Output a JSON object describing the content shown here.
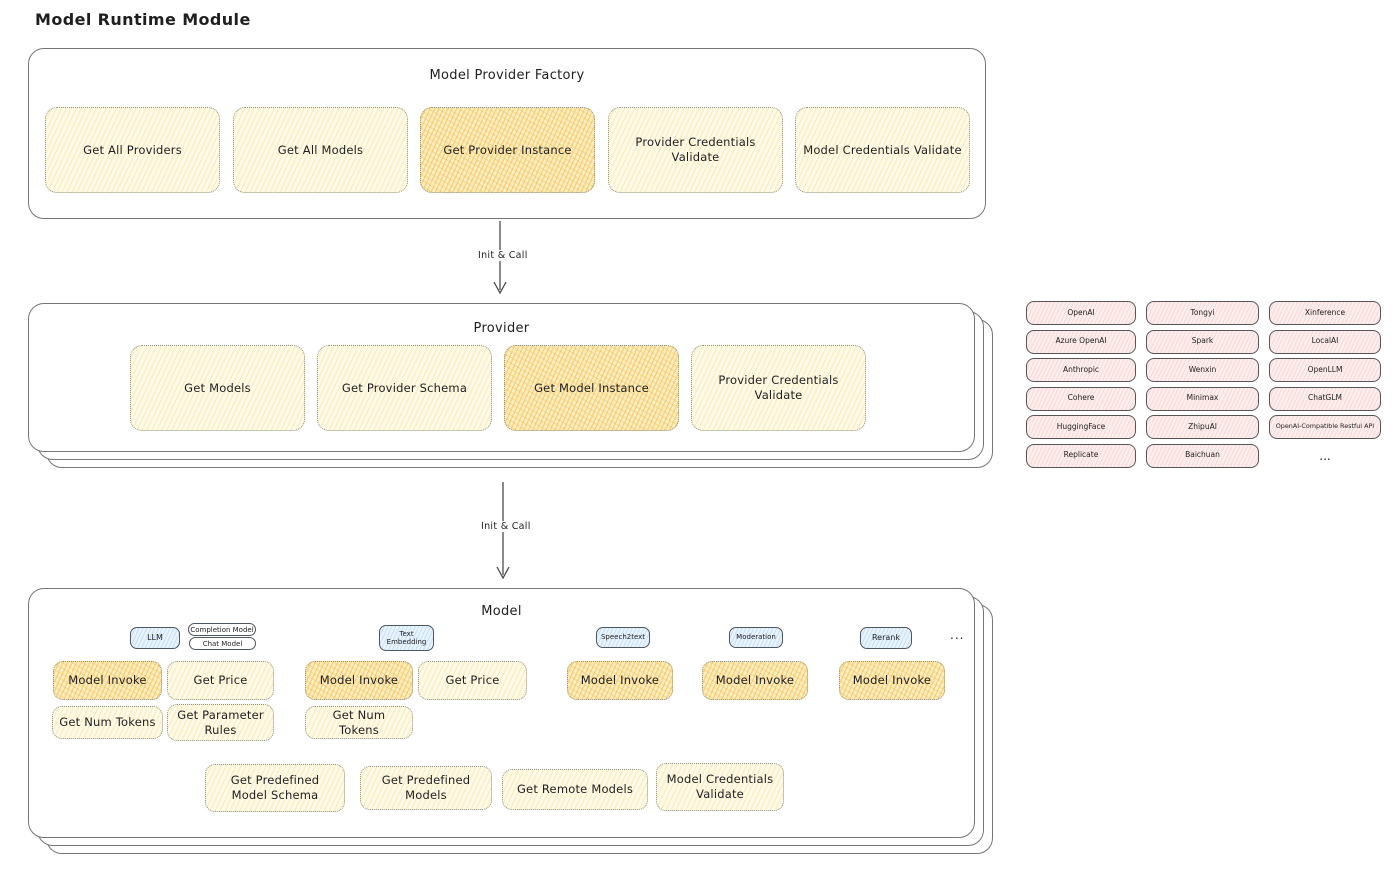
{
  "title": "Model Runtime Module",
  "factory": {
    "title": "Model Provider Factory",
    "buttons": [
      {
        "label": "Get All Providers",
        "highlight": false
      },
      {
        "label": "Get All Models",
        "highlight": false
      },
      {
        "label": "Get Provider Instance",
        "highlight": true
      },
      {
        "label": "Provider Credentials Validate",
        "highlight": false
      },
      {
        "label": "Model Credentials Validate",
        "highlight": false
      }
    ]
  },
  "arrow1": {
    "label": "Init & Call"
  },
  "arrow2": {
    "label": "Init & Call"
  },
  "provider": {
    "title": "Provider",
    "buttons": [
      {
        "label": "Get Models",
        "highlight": false
      },
      {
        "label": "Get Provider Schema",
        "highlight": false
      },
      {
        "label": "Get Model Instance",
        "highlight": true
      },
      {
        "label": "Provider Credentials Validate",
        "highlight": false
      }
    ]
  },
  "provider_list": {
    "items": [
      "OpenAI",
      "Tongyi",
      "Xinference",
      "Azure OpenAI",
      "Spark",
      "LocalAI",
      "Anthropic",
      "Wenxin",
      "OpenLLM",
      "Cohere",
      "Minimax",
      "ChatGLM",
      "HuggingFace",
      "ZhipuAI",
      "OpenAI-Compatible Restful API",
      "Replicate",
      "Baichuan"
    ],
    "more": "..."
  },
  "model": {
    "title": "Model",
    "tabs": {
      "llm": "LLM",
      "completion": "Completion Model",
      "chat": "Chat Model",
      "text_embedding": "Text Embedding",
      "speech2text": "Speech2text",
      "moderation": "Moderation",
      "rerank": "Rerank",
      "more": "..."
    },
    "buttons": {
      "llm_model_invoke": "Model Invoke",
      "llm_get_price": "Get Price",
      "llm_get_num_tokens": "Get Num Tokens",
      "llm_get_parameter_rules": "Get Parameter Rules",
      "te_model_invoke": "Model Invoke",
      "te_get_price": "Get Price",
      "te_get_num_tokens": "Get Num Tokens",
      "s2t_model_invoke": "Model Invoke",
      "mod_model_invoke": "Model Invoke",
      "rerank_model_invoke": "Model Invoke",
      "get_predefined_model_schema": "Get Predefined Model Schema",
      "get_predefined_models": "Get Predefined Models",
      "get_remote_models": "Get Remote Models",
      "model_credentials_validate": "Model Credentials Validate"
    }
  },
  "colors": {
    "highlight_orange": "#f2b84b",
    "light_yellow": "#fefae8",
    "tab_blue": "#e9f3fc",
    "provider_pink": "#fdeeee",
    "stroke_gray": "#757575"
  }
}
